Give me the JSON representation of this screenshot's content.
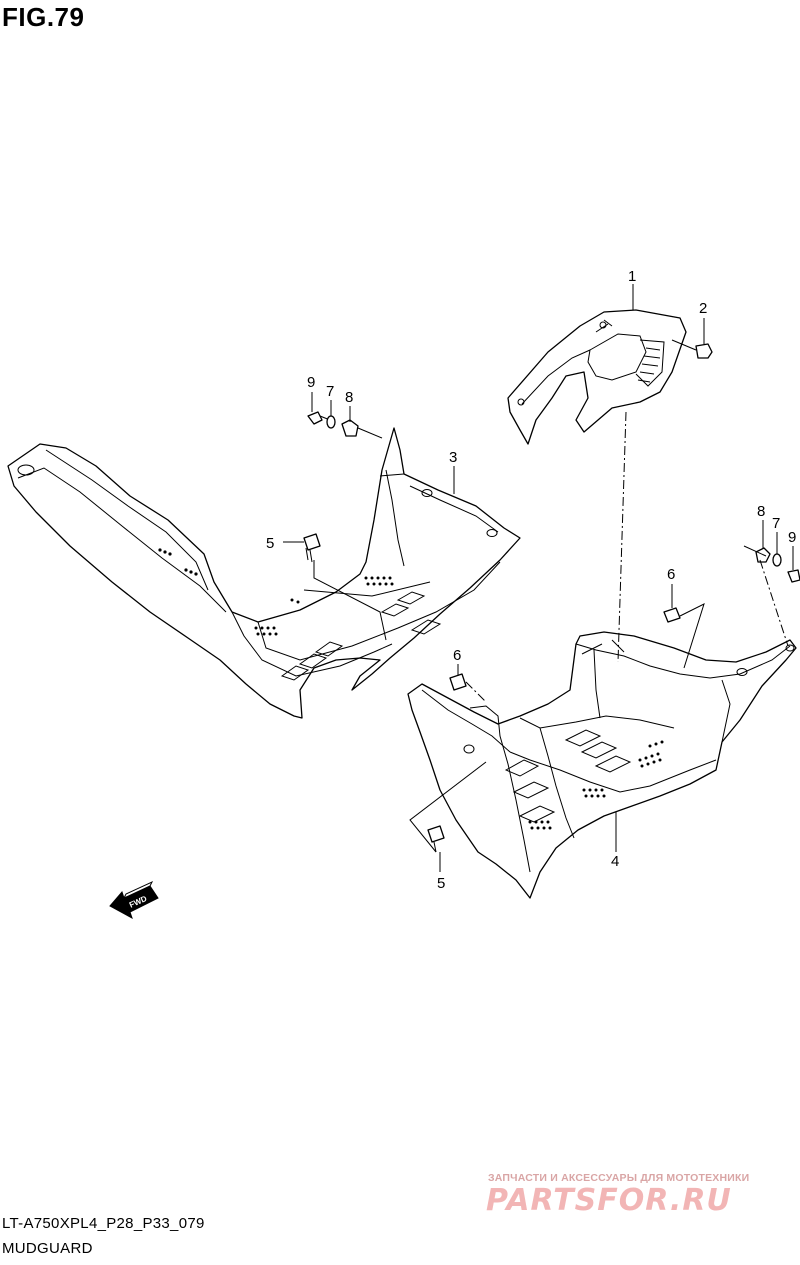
{
  "figure": {
    "title": "FIG.79"
  },
  "callouts": [
    {
      "id": "c1",
      "label": "1"
    },
    {
      "id": "c2",
      "label": "2"
    },
    {
      "id": "c3",
      "label": "3"
    },
    {
      "id": "c4",
      "label": "4"
    },
    {
      "id": "c5a",
      "label": "5"
    },
    {
      "id": "c5b",
      "label": "5"
    },
    {
      "id": "c6a",
      "label": "6"
    },
    {
      "id": "c6b",
      "label": "6"
    },
    {
      "id": "c7a",
      "label": "7"
    },
    {
      "id": "c7b",
      "label": "7"
    },
    {
      "id": "c8a",
      "label": "8"
    },
    {
      "id": "c8b",
      "label": "8"
    },
    {
      "id": "c9a",
      "label": "9"
    },
    {
      "id": "c9b",
      "label": "9"
    }
  ],
  "direction_arrow": {
    "label": "FWD"
  },
  "footer": {
    "code": "LT-A750XPL4_P28_P33_079",
    "caption": "MUDGUARD"
  },
  "watermark": {
    "tagline": "ЗАПЧАСТИ И АКСЕССУАРЫ ДЛЯ МОТОТЕХНИКИ",
    "brand": "PARTSFOR.RU"
  }
}
